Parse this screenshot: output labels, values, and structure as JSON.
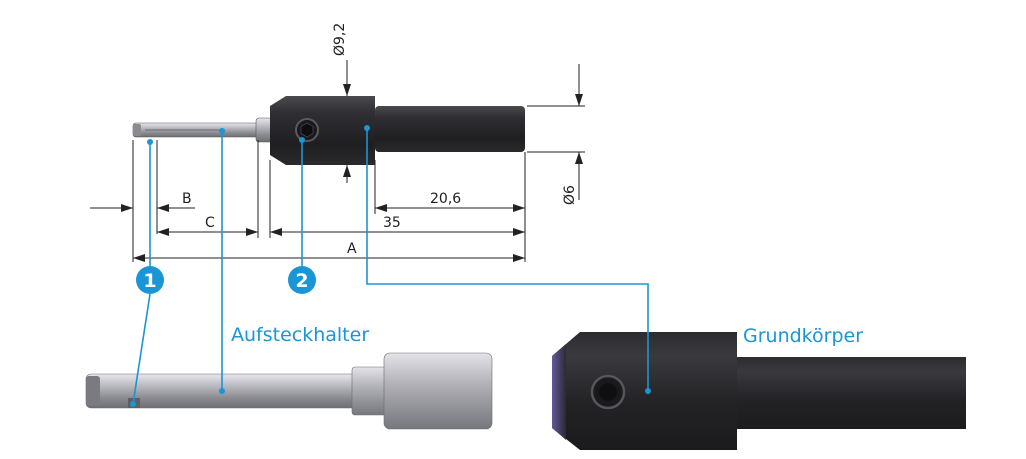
{
  "colors": {
    "accent": "#1a95d6",
    "body_dark": "#2b2b2e",
    "steel": "#a9a9ae"
  },
  "dimensions": {
    "dia_head": "Ø9,2",
    "dia_shank": "Ø6",
    "len_20_6": "20,6",
    "len_35": "35",
    "len_A": "A",
    "len_B": "B",
    "len_C": "C"
  },
  "callouts": {
    "badge_1": "1",
    "badge_2": "2",
    "aufsteckhalter": "Aufsteckhalter",
    "grundkoerper": "Grundkörper"
  }
}
